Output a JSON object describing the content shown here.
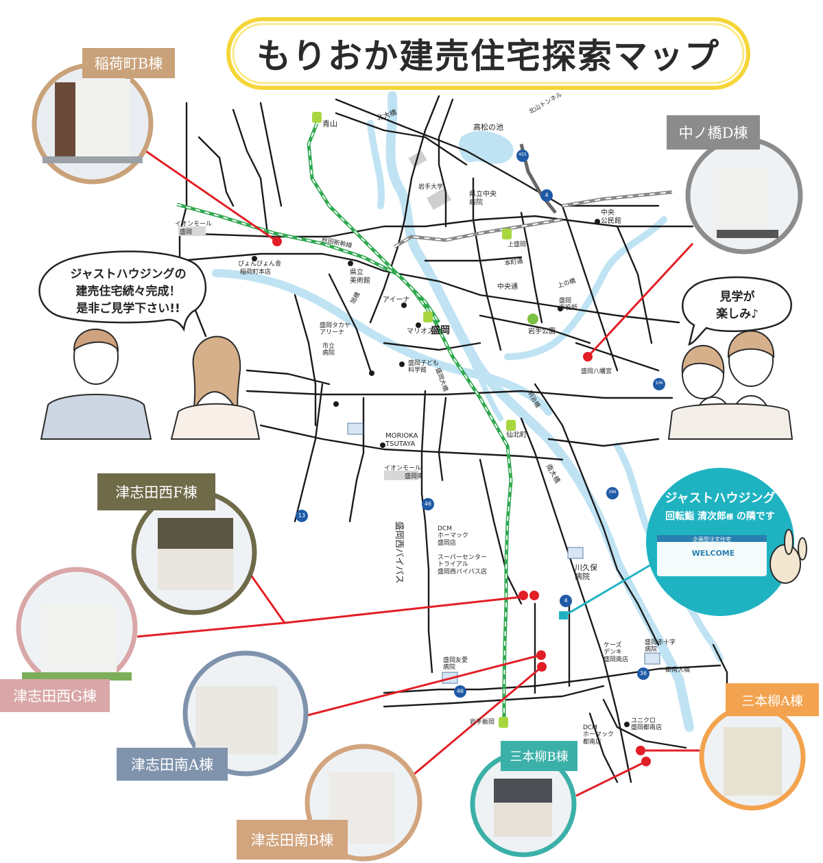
{
  "title": "もりおか建売住宅探索マップ",
  "colors": {
    "title_border": "#f5d63a",
    "river": "#bfe3f3",
    "rail_green": "#2fa84f",
    "rail_gray": "#8a8a8a",
    "pin_red": "#e21e26",
    "highway_blue": "#1f5aa6",
    "jh_teal": "#1fb3c2"
  },
  "houses": [
    {
      "label": "稲荷町B棟",
      "color": "#c9a27a"
    },
    {
      "label": "中ノ橋D棟",
      "color": "#8c8c8c"
    },
    {
      "label": "津志田西F棟",
      "color": "#6f6a48"
    },
    {
      "label": "津志田西G棟",
      "color": "#d9a7a7"
    },
    {
      "label": "津志田南A棟",
      "color": "#7f93ad"
    },
    {
      "label": "津志田南B棟",
      "color": "#d2a57f"
    },
    {
      "label": "三本柳B棟",
      "color": "#3bb0a8"
    },
    {
      "label": "三本柳A棟",
      "color": "#f3a34f"
    }
  ],
  "bubbles": {
    "staff_line1": "ジャストハウジングの",
    "staff_line2": "建売住宅続々完成！",
    "staff_line3": "是非ご見学下さい!!",
    "family_line1": "見学が",
    "family_line2": "楽しみ♪"
  },
  "just_housing": {
    "name": "ジャストハウジング",
    "line2_a": "回転鮨",
    "line2_b": "清次郎",
    "line2_c": "様",
    "line2_d": "の隣です",
    "sign": "WELCOME",
    "banner": "企画型注文住宅"
  },
  "map_labels": {
    "aoyama": "青山",
    "kitaohashi": "北大橋",
    "takamatsu": "高松の池",
    "kitayama_tunnel": "北山トンネル",
    "iwate_univ": "岩手大学",
    "kenritsu_hosp": "県立中央\n病院",
    "chuo_kominkan": "中央\n公民館",
    "aeon_morioka_1": "イオンモール",
    "aeon_morioka_2": "盛岡",
    "akita_shinkansen": "秋田新幹線",
    "kamimorioka": "上盛岡",
    "honcho_dori": "本町通",
    "pyon_1": "ぴょんぴょん舎",
    "pyon_2": "稲荷町本店",
    "kenritsu_museum": "県立\n美術館",
    "chuo_dori": "中央通",
    "uenohashi": "上の橋",
    "shiyakusho": "盛岡\n市役所",
    "aina": "アイーナ",
    "asahibashi": "旭橋",
    "marios": "マリオス",
    "morioka_station": "盛岡",
    "iwate_park": "岩手公園",
    "arena": "盛岡タカヤ\nアリーナ",
    "shiritsu_hosp": "市立\n病院",
    "kodomo": "盛岡子ども\n科学館",
    "morioka_ohashi": "盛岡大橋",
    "hachimangu": "盛岡八幡宮",
    "meiji_bashi": "明治橋",
    "tsutaya_1": "MORIOKA",
    "tsutaya_2": "TSUTAYA",
    "senbokucho": "仙北町",
    "aeon_minami_1": "イオンモール",
    "aeon_minami_2": "盛岡南",
    "minami_ohashi": "南大橋",
    "bypass": "盛岡西バイパス",
    "dcm_1": "DCM\nホーマック\n盛岡店",
    "trial": "スーパーセンター\nトライアル\n盛岡西バイパス店",
    "kawakubo": "川久保\n病院",
    "ks": "ケーズ\nデンキ\n盛岡南店",
    "sekijuji": "盛岡赤十字\n病院",
    "tonan_ohashi": "都南大橋",
    "yuai": "盛岡友愛\n病院",
    "iwate_iioka": "岩手飯岡",
    "dcm_2": "DCM\nホーマック\n都南店",
    "uniqlo": "ユニクロ\n盛岡都南店"
  },
  "route_numbers": [
    "455",
    "4",
    "106",
    "396",
    "13",
    "46",
    "4",
    "36",
    "46"
  ]
}
